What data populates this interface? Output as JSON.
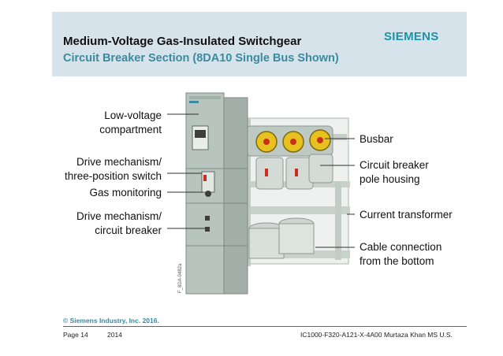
{
  "header": {
    "title": "Medium-Voltage Gas-Insulated Switchgear",
    "subtitle": "Circuit Breaker Section (8DA10 Single Bus Shown)",
    "logo": "SIEMENS"
  },
  "labels": {
    "lv_compartment": [
      "Low-voltage",
      "compartment"
    ],
    "drive_switch": [
      "Drive mechanism/",
      "three-position switch"
    ],
    "gas_monitoring": "Gas monitoring",
    "drive_breaker": [
      "Drive mechanism/",
      "circuit breaker"
    ],
    "busbar": "Busbar",
    "pole_housing": [
      "Circuit breaker",
      "pole housing"
    ],
    "current_transformer": "Current transformer",
    "cable_connection": [
      "Cable connection",
      "from the bottom"
    ]
  },
  "figure_code": "F_8DA-0482a",
  "footer": {
    "copyright": "© Siemens Industry, Inc. 2016.",
    "page": "Page 14",
    "year": "2014",
    "doc_id": "IC1000-F320-A121-X-4A00",
    "author": "Murtaza Khan  MS U.S."
  },
  "colors": {
    "header_bg": "#d6e3ea",
    "accent": "#3a8aa0",
    "logo": "#1b93a8",
    "cabinet": "#b8c4be",
    "busbar_yellow": "#e8c020",
    "busbar_red": "#c8301c"
  }
}
